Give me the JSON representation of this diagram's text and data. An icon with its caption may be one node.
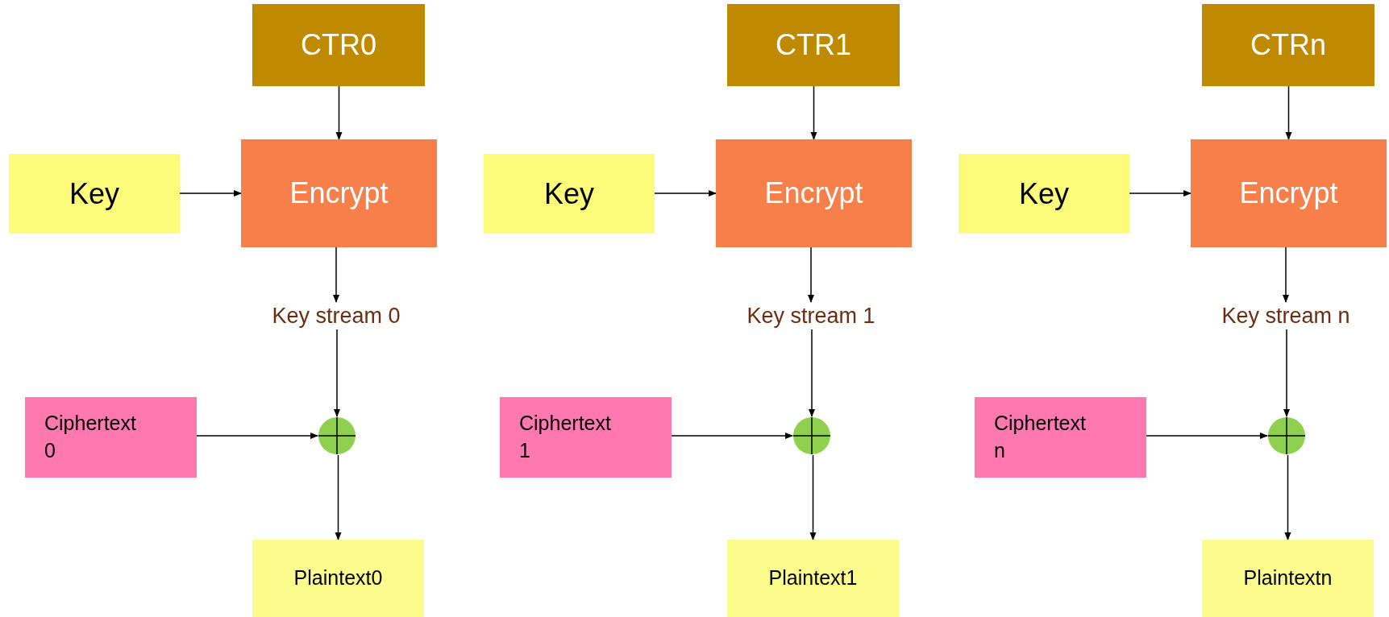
{
  "diagram": {
    "nodes": [
      {
        "text": [
          "CTR0"
        ]
      },
      {
        "text": [
          "CTR1"
        ]
      },
      {
        "text": [
          "CTRn"
        ]
      },
      {
        "text": [
          "Key"
        ]
      },
      {
        "text": [
          "Encrypt"
        ]
      },
      {
        "text": [
          "Key"
        ]
      },
      {
        "text": [
          "Encrypt"
        ]
      },
      {
        "text": [
          "Key"
        ]
      },
      {
        "text": [
          "Encrypt"
        ]
      },
      {
        "text": [
          "Key stream 0"
        ]
      },
      {
        "text": [
          "Key stream 1"
        ]
      },
      {
        "text": [
          "Key stream n"
        ]
      },
      {
        "text": [
          "Ciphertext 0"
        ]
      },
      {
        "text": [],
        "shape": "circle"
      },
      {
        "text": [
          "Ciphertext 1"
        ]
      },
      {
        "text": [],
        "shape": "circle"
      },
      {
        "text": [
          "Ciphertext n"
        ]
      },
      {
        "text": [],
        "shape": "circle"
      },
      {
        "text": [
          "Plaintext0"
        ]
      },
      {
        "text": [
          "Plaintext1"
        ]
      },
      {
        "text": [
          "Plaintextn"
        ]
      }
    ],
    "edges": [
      {
        "from": 0,
        "to": 4,
        "arrow": "to"
      },
      {
        "from": 3,
        "to": 4,
        "arrow": "to"
      },
      {
        "from": 4,
        "to": 9,
        "arrow": "to"
      },
      {
        "from": 9,
        "to": 13,
        "arrow": "to"
      },
      {
        "from": 12,
        "to": 13,
        "arrow": "to"
      },
      {
        "from": 13,
        "to": 18,
        "arrow": "to"
      },
      {
        "from": 1,
        "to": 6,
        "arrow": "to"
      },
      {
        "from": 5,
        "to": 6,
        "arrow": "to"
      },
      {
        "from": 6,
        "to": 10,
        "arrow": "to"
      },
      {
        "from": 10,
        "to": 15,
        "arrow": "to"
      },
      {
        "from": 14,
        "to": 15,
        "arrow": "to"
      },
      {
        "from": 15,
        "to": 19,
        "arrow": "to"
      },
      {
        "from": 2,
        "to": 8,
        "arrow": "to"
      },
      {
        "from": 7,
        "to": 8,
        "arrow": "to"
      },
      {
        "from": 8,
        "to": 11,
        "arrow": "to"
      },
      {
        "from": 11,
        "to": 17,
        "arrow": "to"
      },
      {
        "from": 16,
        "to": 17,
        "arrow": "to"
      },
      {
        "from": 17,
        "to": 20,
        "arrow": "to"
      }
    ]
  }
}
